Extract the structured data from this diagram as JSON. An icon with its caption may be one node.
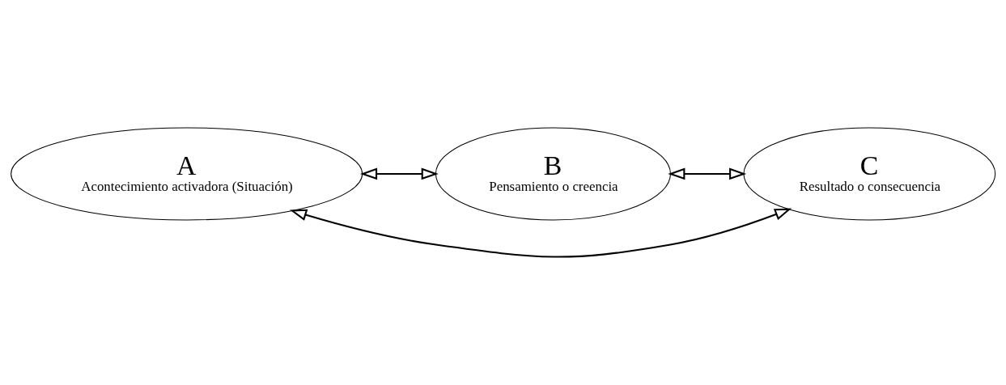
{
  "diagram": {
    "nodes": [
      {
        "text": [
          "A",
          "Acontecimiento activadora (Situación)"
        ]
      },
      {
        "text": [
          "B",
          "Pensamiento o creencia"
        ]
      },
      {
        "text": [
          "C",
          "Resultado o consecuencia"
        ]
      }
    ],
    "edges": [
      {
        "from": 0,
        "to": 1,
        "arrow": "both"
      },
      {
        "from": 1,
        "to": 2,
        "arrow": "both"
      },
      {
        "from": 0,
        "to": 2,
        "arrow": "both"
      }
    ]
  }
}
